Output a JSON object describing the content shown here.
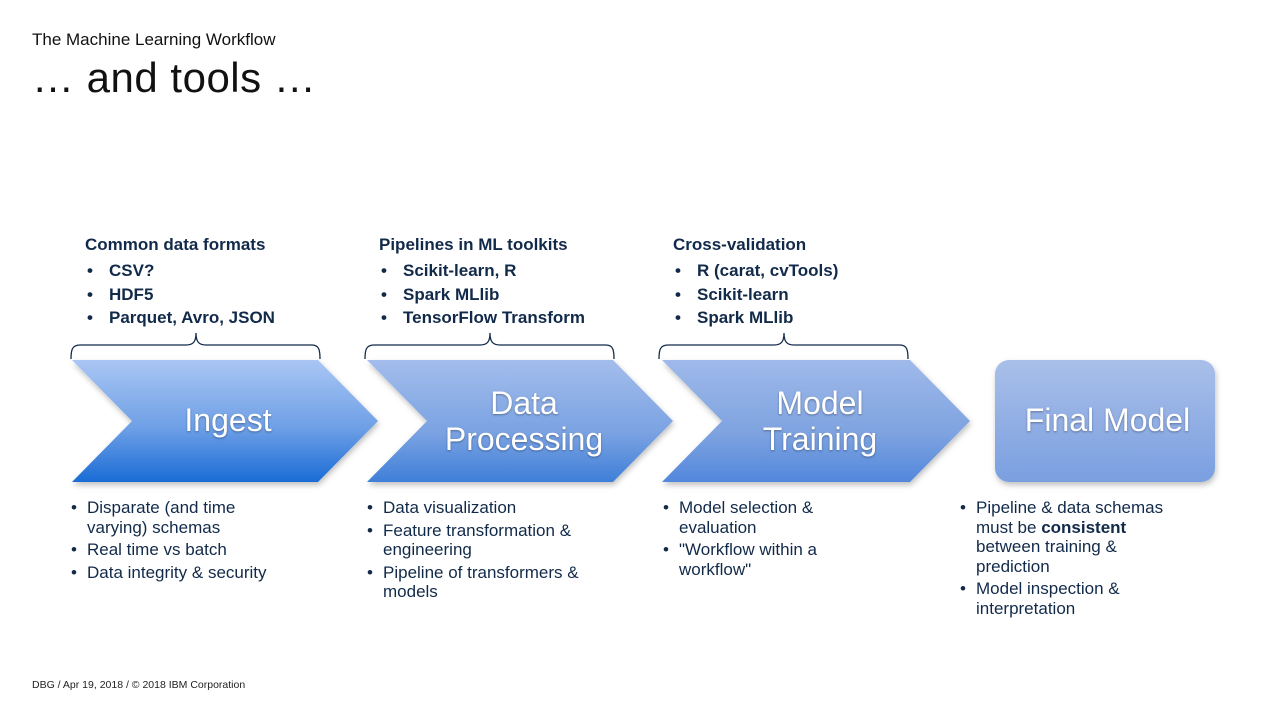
{
  "header": {
    "subtitle": "The Machine Learning Workflow",
    "title": "… and tools …"
  },
  "columns": [
    {
      "tools_heading": "Common data formats",
      "tools": [
        "CSV?",
        "HDF5",
        "Parquet, Avro, JSON"
      ],
      "stage": "Ingest",
      "notes": [
        "Disparate (and time varying) schemas",
        "Real time vs batch",
        "Data integrity & security"
      ]
    },
    {
      "tools_heading": "Pipelines in ML toolkits",
      "tools": [
        "Scikit-learn, R",
        "Spark MLlib",
        "TensorFlow Transform"
      ],
      "stage_line1": "Data",
      "stage_line2": "Processing",
      "notes": [
        "Data visualization",
        "Feature transformation & engineering",
        "Pipeline of transformers & models"
      ]
    },
    {
      "tools_heading": "Cross-validation",
      "tools": [
        "R (carat, cvTools)",
        "Scikit-learn",
        "Spark MLlib"
      ],
      "stage_line1": "Model",
      "stage_line2": "Training",
      "notes": [
        "Model selection & evaluation",
        "\"Workflow within a workflow\""
      ]
    },
    {
      "stage": "Final Model",
      "notes_first_before": "Pipeline & data schemas must be ",
      "notes_first_bold": "consistent",
      "notes_first_after": " between training & prediction",
      "notes": [
        "Model inspection & interpretation"
      ]
    }
  ],
  "colors": {
    "chevron_light": "#9fbdf2",
    "chevron_dark": "#1f6fd6",
    "final_model": "#8eaee8",
    "text_dark_blue": "#122a4a"
  },
  "icons": {
    "bullet": "bullet-icon",
    "brace": "curly-brace-icon"
  },
  "footer": {
    "text": "DBG / Apr 19, 2018 / © 2018 IBM Corporation"
  }
}
